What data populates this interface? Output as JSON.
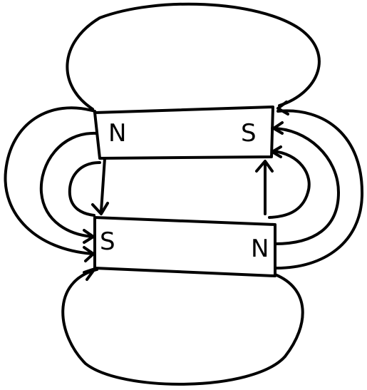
{
  "magnets": {
    "top": {
      "left_pole": "N",
      "right_pole": "S"
    },
    "bottom": {
      "left_pole": "S",
      "right_pole": "N"
    }
  },
  "colors": {
    "ink": "#000000",
    "background": "#ffffff"
  }
}
